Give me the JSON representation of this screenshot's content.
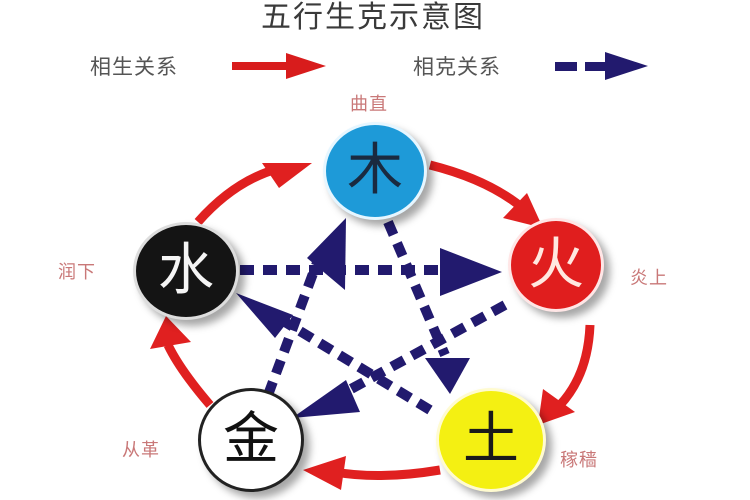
{
  "title": "五行生克示意图",
  "legend": {
    "generating": {
      "label": "相生关系",
      "style": "solid-arrow",
      "color": "#e02020"
    },
    "controlling": {
      "label": "相克关系",
      "style": "dashed-arrow",
      "color": "#2a1a7a"
    }
  },
  "elements": {
    "wood": {
      "glyph": "木",
      "trait": "曲直",
      "color": "#1e9ad8"
    },
    "fire": {
      "glyph": "火",
      "trait": "炎上",
      "color": "#e01e1e"
    },
    "earth": {
      "glyph": "土",
      "trait": "稼穑",
      "color": "#f4f012"
    },
    "metal": {
      "glyph": "金",
      "trait": "从革",
      "color": "#ffffff"
    },
    "water": {
      "glyph": "水",
      "trait": "润下",
      "color": "#141414"
    }
  },
  "generating_cycle": [
    [
      "wood",
      "fire"
    ],
    [
      "fire",
      "earth"
    ],
    [
      "earth",
      "metal"
    ],
    [
      "metal",
      "water"
    ],
    [
      "water",
      "wood"
    ]
  ],
  "controlling_cycle": [
    [
      "water",
      "fire"
    ],
    [
      "fire",
      "metal"
    ],
    [
      "metal",
      "wood"
    ],
    [
      "wood",
      "earth"
    ],
    [
      "earth",
      "water"
    ]
  ]
}
